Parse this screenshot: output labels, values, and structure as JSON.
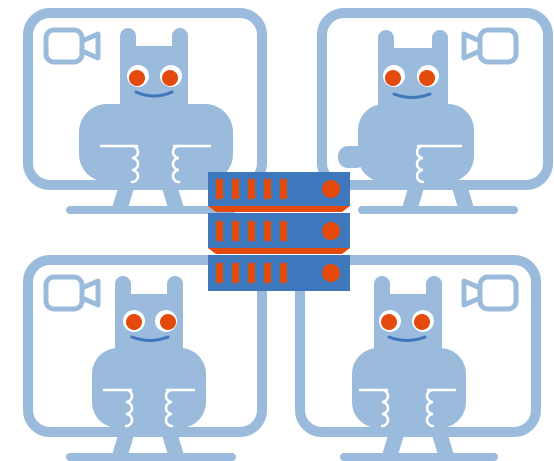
{
  "colors": {
    "monitor_blue": "#9bbbdc",
    "server_blue": "#3f77bd",
    "server_orange": "#e34a0b",
    "eye_white": "#ffffff",
    "pupil_orange": "#e34a0b",
    "mouth_blue": "#3f77bd",
    "background": "#ffffff"
  },
  "icons": {
    "video_camera": "video-camera-icon",
    "server": "server-stack-icon",
    "mascot": "cat-mascot-icon"
  },
  "monitors": [
    {
      "id": "top-left",
      "camera_facing": "right"
    },
    {
      "id": "top-right",
      "camera_facing": "left"
    },
    {
      "id": "bottom-left",
      "camera_facing": "right"
    },
    {
      "id": "bottom-right",
      "camera_facing": "left"
    }
  ],
  "server": {
    "units": 3,
    "slots_per_unit": 5
  }
}
